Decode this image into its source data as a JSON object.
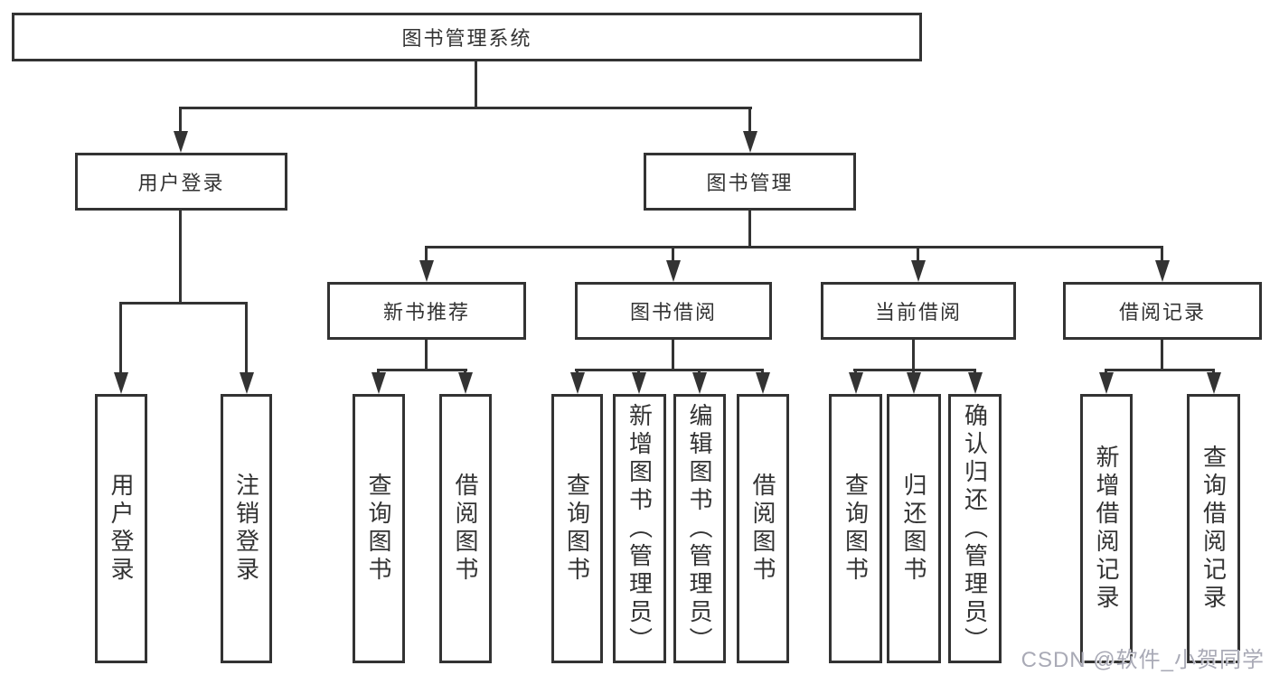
{
  "diagram": {
    "root": {
      "label": "图书管理系统"
    },
    "level2": [
      {
        "label": "用户登录",
        "parent": "图书管理系统"
      },
      {
        "label": "图书管理",
        "parent": "图书管理系统"
      }
    ],
    "level3": [
      {
        "label": "新书推荐",
        "parent": "图书管理"
      },
      {
        "label": "图书借阅",
        "parent": "图书管理"
      },
      {
        "label": "当前借阅",
        "parent": "图书管理"
      },
      {
        "label": "借阅记录",
        "parent": "图书管理"
      }
    ],
    "leaves": [
      {
        "label": "用户登录",
        "parent": "用户登录"
      },
      {
        "label": "注销登录",
        "parent": "用户登录"
      },
      {
        "label": "查询图书",
        "parent": "新书推荐"
      },
      {
        "label": "借阅图书",
        "parent": "新书推荐"
      },
      {
        "label": "查询图书",
        "parent": "图书借阅"
      },
      {
        "label": "新增图书（管理员）",
        "parent": "图书借阅"
      },
      {
        "label": "编辑图书（管理员）",
        "parent": "图书借阅"
      },
      {
        "label": "借阅图书",
        "parent": "图书借阅"
      },
      {
        "label": "查询图书",
        "parent": "当前借阅"
      },
      {
        "label": "归还图书",
        "parent": "当前借阅"
      },
      {
        "label": "确认归还（管理员）",
        "parent": "当前借阅"
      },
      {
        "label": "新增借阅记录",
        "parent": "借阅记录"
      },
      {
        "label": "查询借阅记录",
        "parent": "借阅记录"
      }
    ]
  },
  "watermark": {
    "text": "CSDN @软件_小贺同学"
  },
  "colors": {
    "line": "#333333",
    "background": "#ffffff",
    "watermark": "#a9aab6"
  }
}
